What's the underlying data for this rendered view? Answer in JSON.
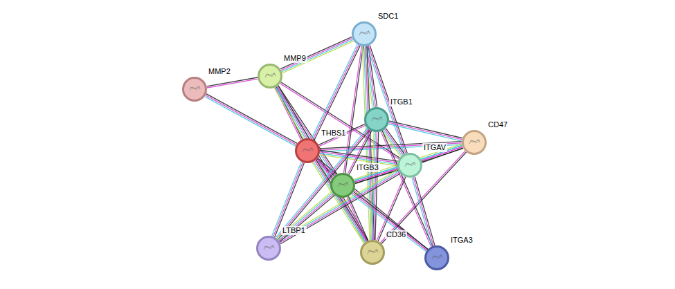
{
  "diagram": {
    "nodes": [
      {
        "text": [
          "SDC1"
        ]
      },
      {
        "text": [
          "MMP9"
        ]
      },
      {
        "text": [
          "MMP2"
        ]
      },
      {
        "text": [
          "ITGB1"
        ]
      },
      {
        "text": [
          "CD47"
        ]
      },
      {
        "text": [
          "THBS1"
        ]
      },
      {
        "text": [
          "ITGAV"
        ]
      },
      {
        "text": [
          "ITGB3"
        ]
      },
      {
        "text": [
          "LTBP1"
        ]
      },
      {
        "text": [
          "CD36"
        ]
      },
      {
        "text": [
          "ITGA3"
        ]
      }
    ],
    "edges": [
      {
        "from": 2,
        "to": 1,
        "arrow": "none"
      },
      {
        "from": 2,
        "to": 5,
        "arrow": "none"
      },
      {
        "from": 1,
        "to": 0,
        "arrow": "none"
      },
      {
        "from": 1,
        "to": 5,
        "arrow": "none"
      },
      {
        "from": 1,
        "to": 7,
        "arrow": "none"
      },
      {
        "from": 1,
        "to": 9,
        "arrow": "none"
      },
      {
        "from": 1,
        "to": 6,
        "arrow": "none"
      },
      {
        "from": 0,
        "to": 5,
        "arrow": "none"
      },
      {
        "from": 0,
        "to": 3,
        "arrow": "none"
      },
      {
        "from": 0,
        "to": 7,
        "arrow": "none"
      },
      {
        "from": 0,
        "to": 6,
        "arrow": "none"
      },
      {
        "from": 0,
        "to": 9,
        "arrow": "none"
      },
      {
        "from": 5,
        "to": 3,
        "arrow": "none"
      },
      {
        "from": 5,
        "to": 4,
        "arrow": "none"
      },
      {
        "from": 5,
        "to": 6,
        "arrow": "none"
      },
      {
        "from": 5,
        "to": 7,
        "arrow": "none"
      },
      {
        "from": 5,
        "to": 8,
        "arrow": "none"
      },
      {
        "from": 5,
        "to": 9,
        "arrow": "none"
      },
      {
        "from": 5,
        "to": 10,
        "arrow": "none"
      },
      {
        "from": 3,
        "to": 4,
        "arrow": "none"
      },
      {
        "from": 3,
        "to": 6,
        "arrow": "none"
      },
      {
        "from": 3,
        "to": 7,
        "arrow": "none"
      },
      {
        "from": 3,
        "to": 8,
        "arrow": "none"
      },
      {
        "from": 3,
        "to": 9,
        "arrow": "none"
      },
      {
        "from": 3,
        "to": 10,
        "arrow": "none"
      },
      {
        "from": 4,
        "to": 6,
        "arrow": "none"
      },
      {
        "from": 4,
        "to": 7,
        "arrow": "none"
      },
      {
        "from": 4,
        "to": 9,
        "arrow": "none"
      },
      {
        "from": 6,
        "to": 7,
        "arrow": "none"
      },
      {
        "from": 6,
        "to": 8,
        "arrow": "none"
      },
      {
        "from": 6,
        "to": 9,
        "arrow": "none"
      },
      {
        "from": 6,
        "to": 10,
        "arrow": "none"
      },
      {
        "from": 7,
        "to": 8,
        "arrow": "none"
      },
      {
        "from": 7,
        "to": 9,
        "arrow": "none"
      },
      {
        "from": 7,
        "to": 10,
        "arrow": "none"
      }
    ]
  }
}
